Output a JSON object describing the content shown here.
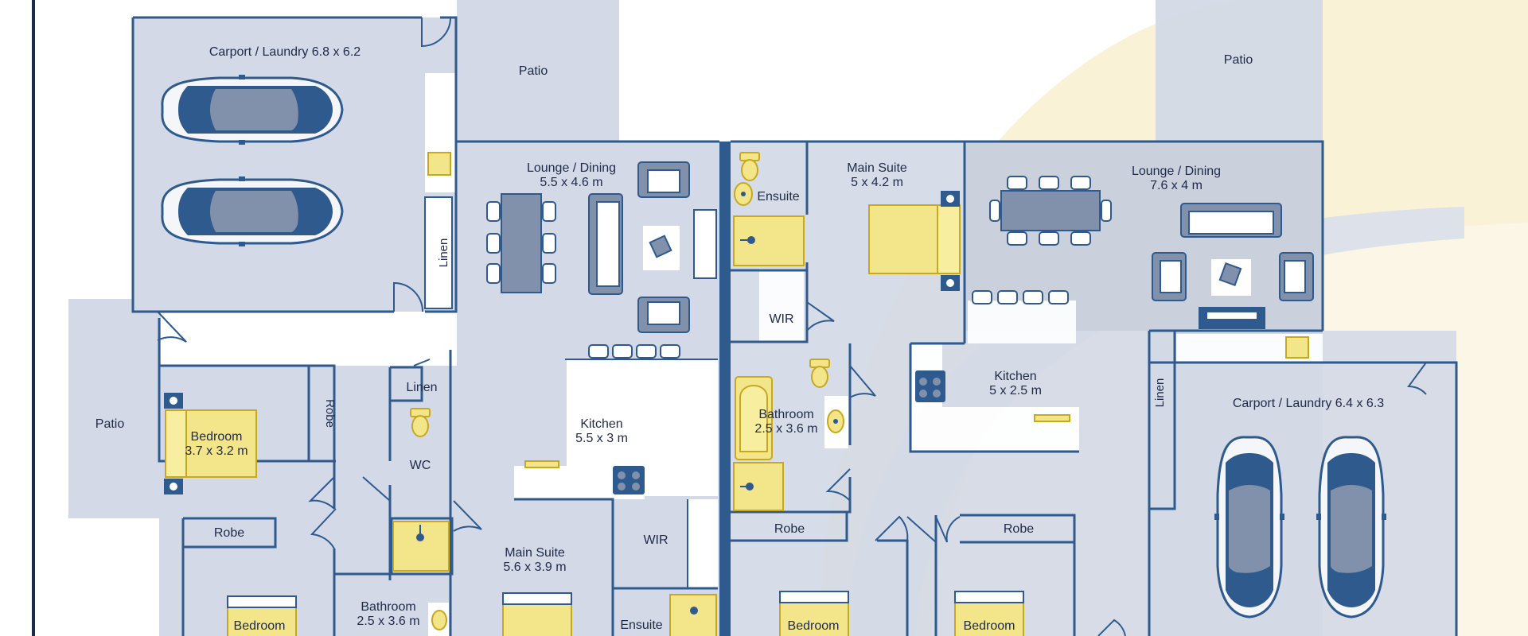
{
  "plan": {
    "left_unit": {
      "carport": {
        "label": "Carport / Laundry 6.8 x 6.2"
      },
      "patio_top": {
        "label": "Patio"
      },
      "patio_left": {
        "label": "Patio"
      },
      "linen_a": {
        "label": "Linen"
      },
      "lounge": {
        "name": "Lounge / Dining",
        "size": "5.5 x 4.6 m"
      },
      "bedroom_a": {
        "name": "Bedroom",
        "size": "3.7 x 3.2 m"
      },
      "robe_a": {
        "label": "Robe"
      },
      "linen_b": {
        "label": "Linen"
      },
      "wc": {
        "label": "WC"
      },
      "kitchen": {
        "name": "Kitchen",
        "size": "5.5 x 3 m"
      },
      "robe_b": {
        "label": "Robe"
      },
      "main_suite": {
        "name": "Main Suite",
        "size": "5.6 x 3.9 m"
      },
      "wir": {
        "label": "WIR"
      },
      "bedroom_b": {
        "name": "Bedroom"
      },
      "bathroom": {
        "name": "Bathroom",
        "size": "2.5 x 3.6 m"
      },
      "ensuite": {
        "label": "Ensuite"
      }
    },
    "right_unit": {
      "patio": {
        "label": "Patio"
      },
      "ensuite": {
        "label": "Ensuite"
      },
      "main_suite": {
        "name": "Main Suite",
        "size": "5 x 4.2 m"
      },
      "lounge": {
        "name": "Lounge / Dining",
        "size": "7.6 x 4 m"
      },
      "wir": {
        "label": "WIR"
      },
      "kitchen": {
        "name": "Kitchen",
        "size": "5 x 2.5 m"
      },
      "linen": {
        "label": "Linen"
      },
      "carport": {
        "label": "Carport / Laundry 6.4 x 6.3"
      },
      "bathroom": {
        "name": "Bathroom",
        "size": "2.5 x 3.6 m"
      },
      "robe_a": {
        "label": "Robe"
      },
      "robe_b": {
        "label": "Robe"
      },
      "bedroom_a": {
        "name": "Bedroom"
      },
      "bedroom_b": {
        "name": "Bedroom"
      }
    }
  },
  "icons": [
    "car-icon",
    "bed-icon",
    "toilet-icon",
    "basin-icon",
    "shower-icon",
    "bathtub-icon",
    "cooktop-icon",
    "dining-table-icon",
    "sofa-icon",
    "armchair-icon",
    "door-swing-icon"
  ],
  "colors": {
    "wall": "#2f5a8e",
    "floor": "#d3d9e6",
    "floor_dark": "#c6cdd9",
    "fixture": "#f2e58a",
    "car_body": "#2f5a8e",
    "background": "#ffffff"
  }
}
